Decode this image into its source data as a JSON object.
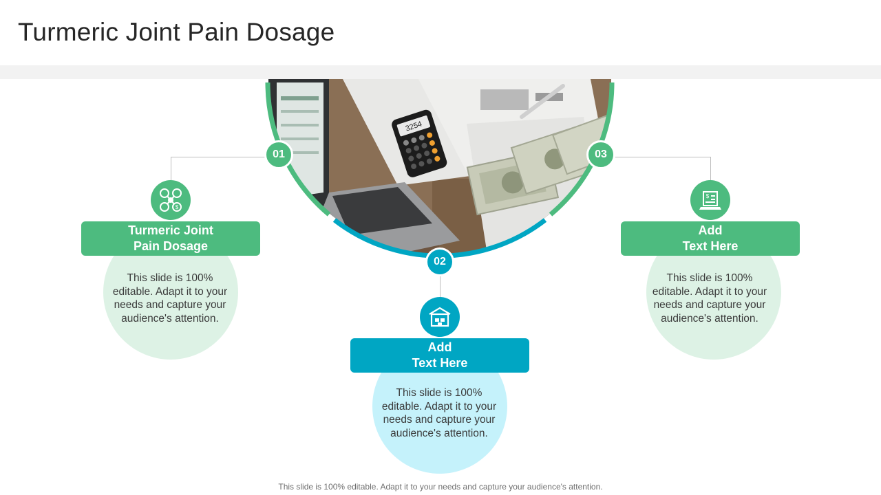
{
  "slide": {
    "title": "Turmeric Joint Pain Dosage",
    "footer": "This slide is 100% editable. Adapt it to your needs and capture your audience's attention."
  },
  "photo": {
    "calculator_display": "3254"
  },
  "steps": [
    {
      "number": "01",
      "label": "Turmeric Joint\nPain Dosage",
      "description": "This slide is 100% editable. Adapt it to your needs and capture your audience's attention.",
      "icon": "finance-network-icon",
      "color": "#4dbb7f"
    },
    {
      "number": "02",
      "label": "Add\nText Here",
      "description": "This slide is 100% editable. Adapt it to your needs and capture your audience's attention.",
      "icon": "warehouse-icon",
      "color": "#00a6c3"
    },
    {
      "number": "03",
      "label": "Add\nText Here",
      "description": "This slide is 100% editable. Adapt it to your needs and capture your audience's attention.",
      "icon": "laptop-document-icon",
      "color": "#4dbb7f"
    }
  ]
}
